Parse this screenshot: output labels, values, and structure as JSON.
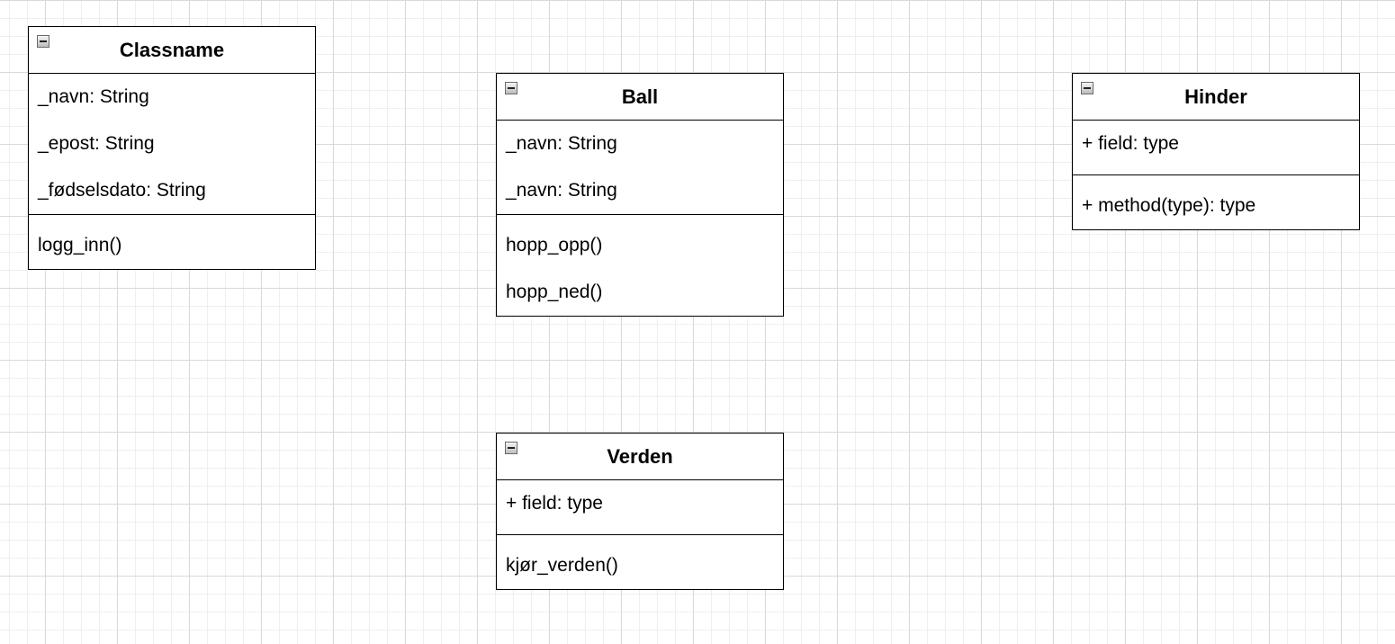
{
  "classes": [
    {
      "name": "Classname",
      "fields": [
        "_navn: String",
        "_epost: String",
        "_fødselsdato: String"
      ],
      "methods": [
        "logg_inn()"
      ]
    },
    {
      "name": "Ball",
      "fields": [
        "_navn: String",
        "_navn: String"
      ],
      "methods": [
        "hopp_opp()",
        "hopp_ned()"
      ]
    },
    {
      "name": "Hinder",
      "fields": [
        "+ field: type"
      ],
      "methods": [
        "+ method(type): type"
      ]
    },
    {
      "name": "Verden",
      "fields": [
        "+ field: type"
      ],
      "methods": [
        "kjør_verden()"
      ]
    }
  ]
}
